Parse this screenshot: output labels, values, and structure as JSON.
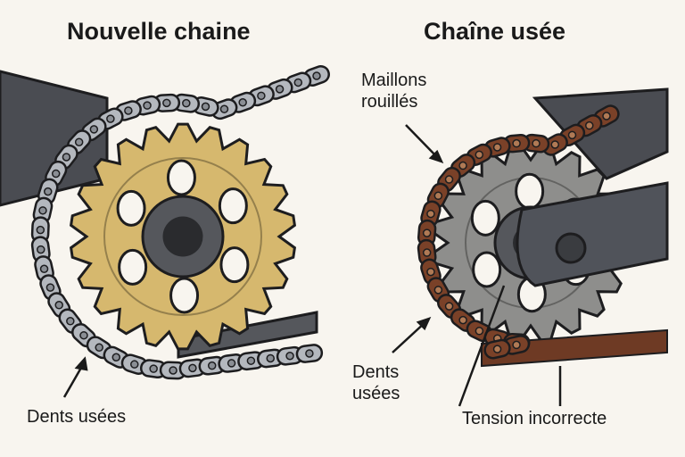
{
  "left_panel": {
    "title": "Nouvelle chaine",
    "annotation_teeth": "Dents usées"
  },
  "right_panel": {
    "title": "Chaîne usée",
    "annotation_rust_line1": "Maillons",
    "annotation_rust_line2": "rouillés",
    "annotation_teeth_line1": "Dents",
    "annotation_teeth_line2": "usées",
    "annotation_tension": "Tension incorrecte"
  },
  "colors": {
    "background": "#f8f5ef",
    "new_sprocket": "#d6b86e",
    "new_chain": "#a9adb3",
    "worn_sprocket": "#8e8e8c",
    "rusty_chain": "#7a4128",
    "crank_arm": "#4a4c52"
  }
}
